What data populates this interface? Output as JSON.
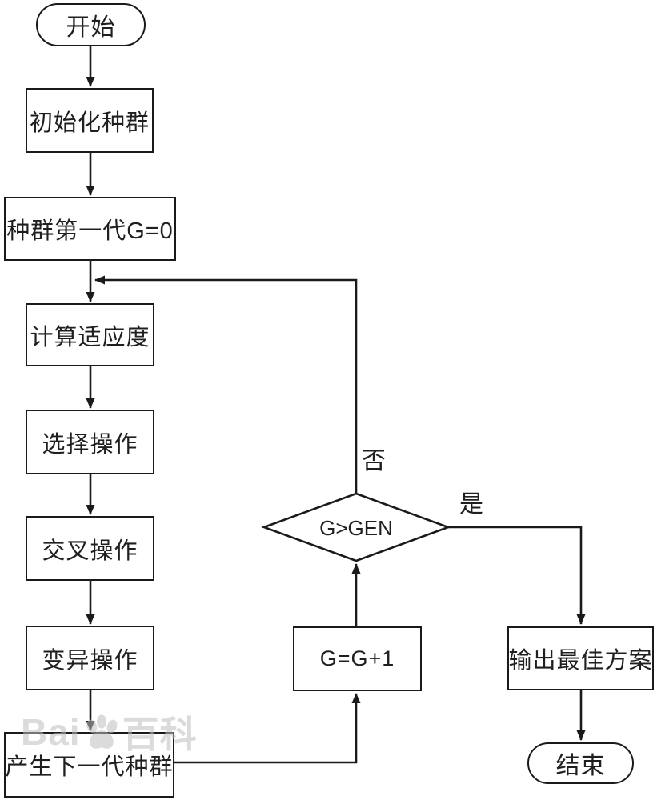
{
  "page": {
    "background_color": "#ffffff",
    "line_color": "#1a1a1a"
  },
  "flowchart": {
    "nodes": [
      {
        "id": "start",
        "type": "terminator",
        "label": "开始"
      },
      {
        "id": "init-population",
        "type": "process",
        "label": "初始化种群"
      },
      {
        "id": "first-generation",
        "type": "process",
        "label": "种群第一代G=0"
      },
      {
        "id": "fitness",
        "type": "process",
        "label": "计算适应度"
      },
      {
        "id": "selection",
        "type": "process",
        "label": "选择操作"
      },
      {
        "id": "crossover",
        "type": "process",
        "label": "交叉操作"
      },
      {
        "id": "mutation",
        "type": "process",
        "label": "变异操作"
      },
      {
        "id": "next-generation",
        "type": "process",
        "label": "产生下一代种群"
      },
      {
        "id": "decision",
        "type": "decision",
        "label": "G>GEN"
      },
      {
        "id": "increment",
        "type": "process",
        "label": "G=G+1"
      },
      {
        "id": "output-best",
        "type": "process",
        "label": "输出最佳方案"
      },
      {
        "id": "end",
        "type": "terminator",
        "label": "结束"
      }
    ],
    "edge_labels": {
      "no": "否",
      "yes": "是"
    }
  },
  "watermark": {
    "left_text": "Bai",
    "right_text": "百科"
  }
}
